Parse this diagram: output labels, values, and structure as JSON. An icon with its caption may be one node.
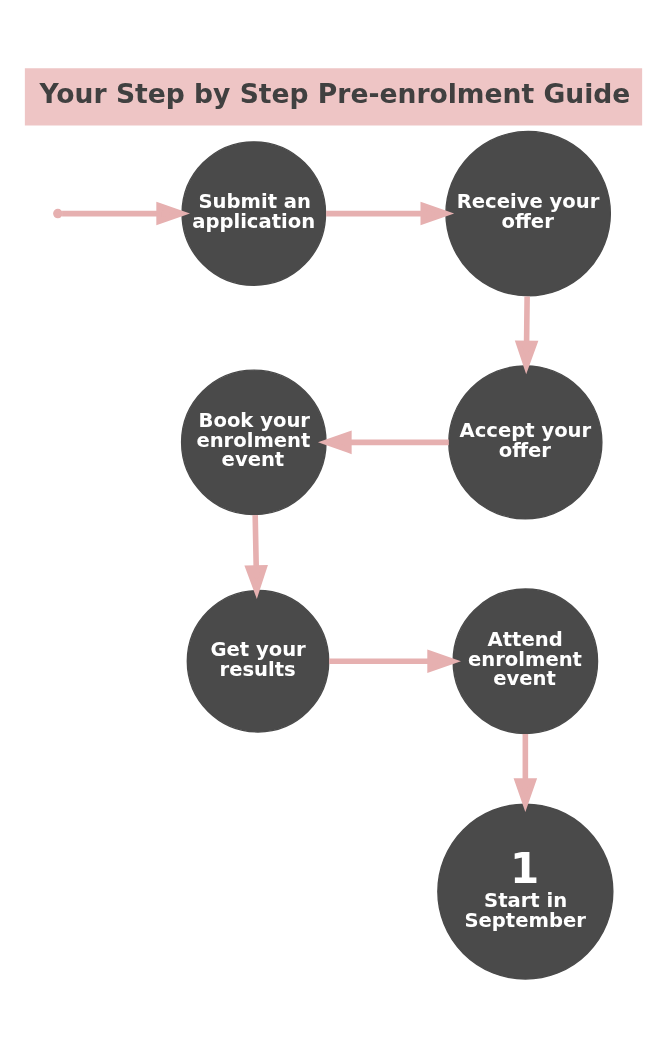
{
  "diagram": {
    "title": "Your Step by Step Pre-enrolment Guide",
    "nodes": [
      {
        "text": [
          "Submit an application"
        ]
      },
      {
        "text": [
          "Receive your offer"
        ]
      },
      {
        "text": [
          "Book your enrolment event"
        ]
      },
      {
        "text": [
          "Accept your offer"
        ]
      },
      {
        "text": [
          "Get your results"
        ]
      },
      {
        "text": [
          "Attend enrolment event"
        ]
      },
      {
        "text": [
          "1",
          "Start in September"
        ]
      }
    ],
    "edges": [
      {
        "from": null,
        "to": 0,
        "arrow": "to"
      },
      {
        "from": 0,
        "to": 1,
        "arrow": "to"
      },
      {
        "from": 1,
        "to": 3,
        "arrow": "to"
      },
      {
        "from": 3,
        "to": 2,
        "arrow": "to"
      },
      {
        "from": 2,
        "to": 4,
        "arrow": "to"
      },
      {
        "from": 4,
        "to": 5,
        "arrow": "to"
      },
      {
        "from": 5,
        "to": 6,
        "arrow": "to"
      }
    ]
  }
}
